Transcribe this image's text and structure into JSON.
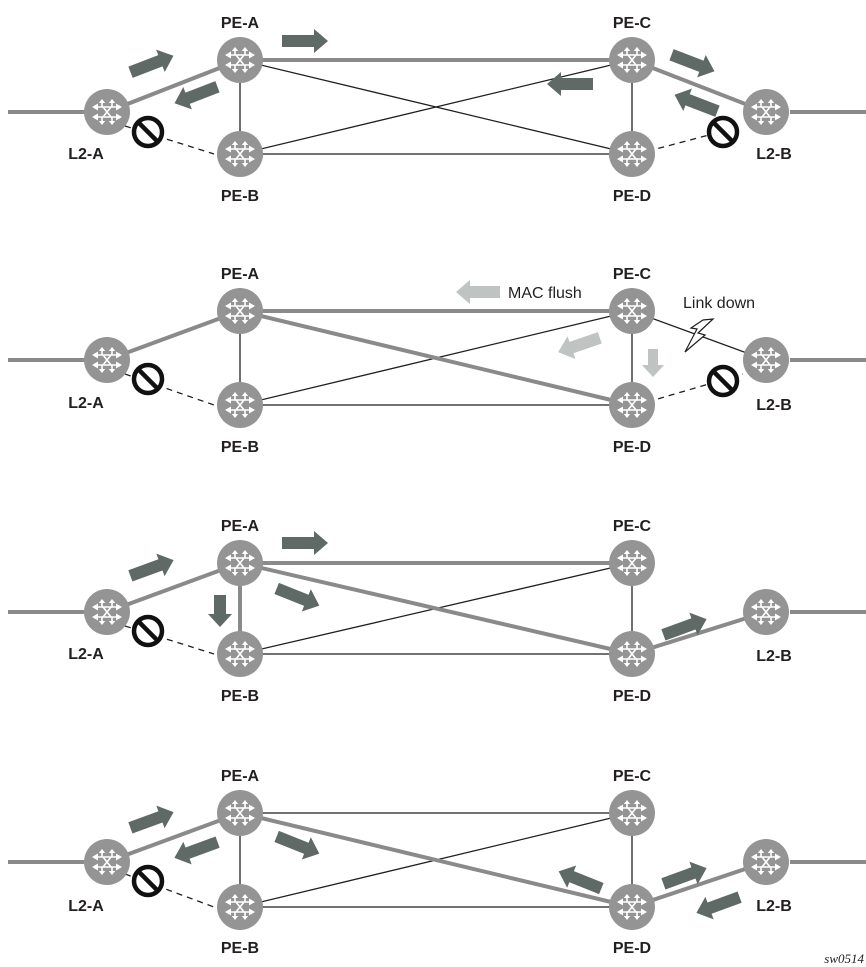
{
  "colors": {
    "node_fill": "#949494",
    "active_link": "#8a8a8a",
    "thin_link": "#1f1f1f",
    "arrow_dark": "#5f6a66",
    "arrow_light": "#bfc3c1",
    "block_symbol": "#111111",
    "background": "#ffffff"
  },
  "icons": {
    "switch": "switch-icon",
    "block": "blocked-link-icon",
    "fault": "link-down-lightning-icon",
    "arrow": "traffic-arrow-icon"
  },
  "figure_id": "sw0514",
  "panels": [
    {
      "nodes": [
        {
          "id": "L2-A",
          "label": "L2-A"
        },
        {
          "id": "PE-A",
          "label": "PE-A"
        },
        {
          "id": "PE-B",
          "label": "PE-B"
        },
        {
          "id": "PE-C",
          "label": "PE-C"
        },
        {
          "id": "PE-D",
          "label": "PE-D"
        },
        {
          "id": "L2-B",
          "label": "L2-B"
        }
      ],
      "active_links": [
        [
          "L2-A",
          "PE-A"
        ],
        [
          "PE-A",
          "PE-C"
        ],
        [
          "PE-C",
          "L2-B"
        ]
      ],
      "standby_links": [
        [
          "L2-A",
          "PE-B"
        ],
        [
          "PE-D",
          "L2-B"
        ]
      ],
      "blocked": [
        "L2-A",
        "L2-B"
      ],
      "link_down": null,
      "annotations": []
    },
    {
      "nodes": [
        {
          "id": "L2-A",
          "label": "L2-A"
        },
        {
          "id": "PE-A",
          "label": "PE-A"
        },
        {
          "id": "PE-B",
          "label": "PE-B"
        },
        {
          "id": "PE-C",
          "label": "PE-C"
        },
        {
          "id": "PE-D",
          "label": "PE-D"
        },
        {
          "id": "L2-B",
          "label": "L2-B"
        }
      ],
      "active_links": [
        [
          "L2-A",
          "PE-A"
        ],
        [
          "PE-A",
          "PE-C"
        ],
        [
          "PE-A",
          "PE-D"
        ]
      ],
      "standby_links": [
        [
          "L2-A",
          "PE-B"
        ],
        [
          "PE-D",
          "L2-B"
        ]
      ],
      "blocked": [
        "L2-A",
        "L2-B"
      ],
      "link_down": [
        "PE-C",
        "L2-B"
      ],
      "annotations": [
        {
          "id": "mac_flush",
          "text": "MAC flush"
        },
        {
          "id": "link_down",
          "text": "Link down"
        }
      ]
    },
    {
      "nodes": [
        {
          "id": "L2-A",
          "label": "L2-A"
        },
        {
          "id": "PE-A",
          "label": "PE-A"
        },
        {
          "id": "PE-B",
          "label": "PE-B"
        },
        {
          "id": "PE-C",
          "label": "PE-C"
        },
        {
          "id": "PE-D",
          "label": "PE-D"
        },
        {
          "id": "L2-B",
          "label": "L2-B"
        }
      ],
      "active_links": [
        [
          "L2-A",
          "PE-A"
        ],
        [
          "PE-A",
          "PE-C"
        ],
        [
          "PE-A",
          "PE-D"
        ],
        [
          "PE-A",
          "PE-B"
        ],
        [
          "PE-D",
          "L2-B"
        ]
      ],
      "standby_links": [
        [
          "L2-A",
          "PE-B"
        ]
      ],
      "blocked": [
        "L2-A"
      ],
      "link_down": null,
      "annotations": []
    },
    {
      "nodes": [
        {
          "id": "L2-A",
          "label": "L2-A"
        },
        {
          "id": "PE-A",
          "label": "PE-A"
        },
        {
          "id": "PE-B",
          "label": "PE-B"
        },
        {
          "id": "PE-C",
          "label": "PE-C"
        },
        {
          "id": "PE-D",
          "label": "PE-D"
        },
        {
          "id": "L2-B",
          "label": "L2-B"
        }
      ],
      "active_links": [
        [
          "L2-A",
          "PE-A"
        ],
        [
          "PE-A",
          "PE-D"
        ],
        [
          "PE-D",
          "L2-B"
        ]
      ],
      "standby_links": [
        [
          "L2-A",
          "PE-B"
        ]
      ],
      "blocked": [
        "L2-A"
      ],
      "link_down": null,
      "annotations": []
    }
  ]
}
